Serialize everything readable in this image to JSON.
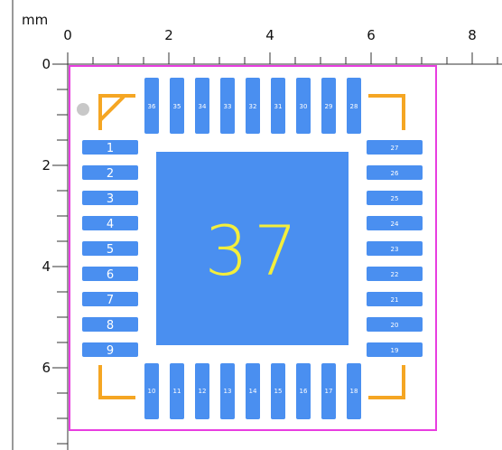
{
  "unit_label": "mm",
  "x_ruler": {
    "labels": [
      "0",
      "2",
      "4",
      "6",
      "8"
    ]
  },
  "y_ruler": {
    "labels": [
      "0",
      "2",
      "4",
      "6"
    ]
  },
  "center_pad": {
    "number": "37"
  },
  "pins": {
    "left": [
      "1",
      "2",
      "3",
      "4",
      "5",
      "6",
      "7",
      "8",
      "9"
    ],
    "bottom": [
      "10",
      "11",
      "12",
      "13",
      "14",
      "15",
      "16",
      "17",
      "18"
    ],
    "right": [
      "19",
      "20",
      "21",
      "22",
      "23",
      "24",
      "25",
      "26",
      "27"
    ],
    "top": [
      "28",
      "29",
      "30",
      "31",
      "32",
      "33",
      "34",
      "35",
      "36"
    ]
  },
  "colors": {
    "pad": "#4a8ff0",
    "silkscreen": "#f5a623",
    "courtyard": "#e83de0",
    "pad_number": "#f3ee3c",
    "pin_label": "#ffffff",
    "pin1_marker": "#c8c8c8"
  }
}
